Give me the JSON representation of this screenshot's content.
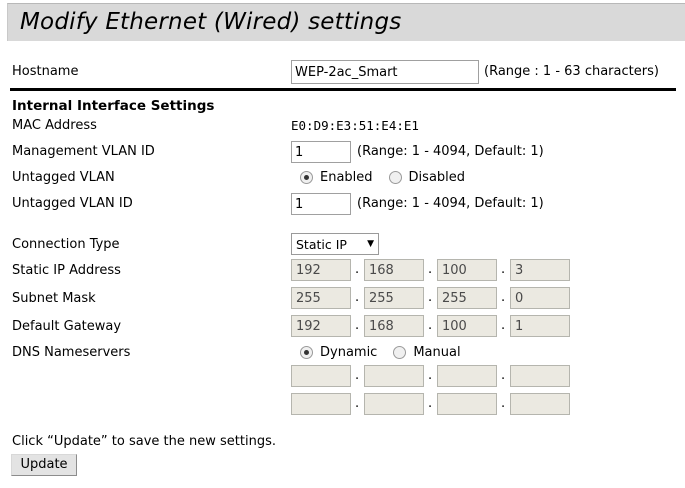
{
  "page": {
    "title": "Modify Ethernet (Wired) settings"
  },
  "hostname_row": {
    "label": "Hostname",
    "value": "WEP-2ac_Smart",
    "placeholder": "",
    "hint": "(Range : 1 - 63 characters)"
  },
  "internal_section": {
    "heading": "Internal Interface Settings",
    "mac": {
      "label": "MAC Address",
      "value": "E0:D9:E3:51:E4:E1"
    },
    "mgmt_vlan": {
      "label": "Management VLAN ID",
      "value": "1",
      "hint": "(Range: 1 - 4094, Default: 1)"
    },
    "untagged_vlan": {
      "label": "Untagged VLAN",
      "options": [
        {
          "label": "Enabled",
          "selected": true
        },
        {
          "label": "Disabled",
          "selected": false
        }
      ]
    },
    "untagged_vlan_id": {
      "label": "Untagged VLAN ID",
      "value": "1",
      "hint": "(Range: 1 - 4094, Default: 1)"
    }
  },
  "connection": {
    "type": {
      "label": "Connection Type",
      "selected": "Static IP",
      "caret": "▼"
    },
    "static_ip": {
      "label": "Static IP Address",
      "octets": [
        "192",
        "168",
        "100",
        "3"
      ]
    },
    "subnet_mask": {
      "label": "Subnet Mask",
      "octets": [
        "255",
        "255",
        "255",
        "0"
      ]
    },
    "default_gateway": {
      "label": "Default Gateway",
      "octets": [
        "192",
        "168",
        "100",
        "1"
      ]
    },
    "dns": {
      "label": "DNS Nameservers",
      "options": [
        {
          "label": "Dynamic",
          "selected": true
        },
        {
          "label": "Manual",
          "selected": false
        }
      ],
      "row1": [
        "",
        "",
        "",
        ""
      ],
      "row2": [
        "",
        "",
        "",
        ""
      ]
    },
    "separator": "."
  },
  "footer": {
    "note": "Click “Update” to save the new settings.",
    "update_label": "Update"
  },
  "colors": {
    "titlebar_bg": "#d9d9d9",
    "input_disabled_bg": "#ebe9e1",
    "rule": "#000000"
  }
}
